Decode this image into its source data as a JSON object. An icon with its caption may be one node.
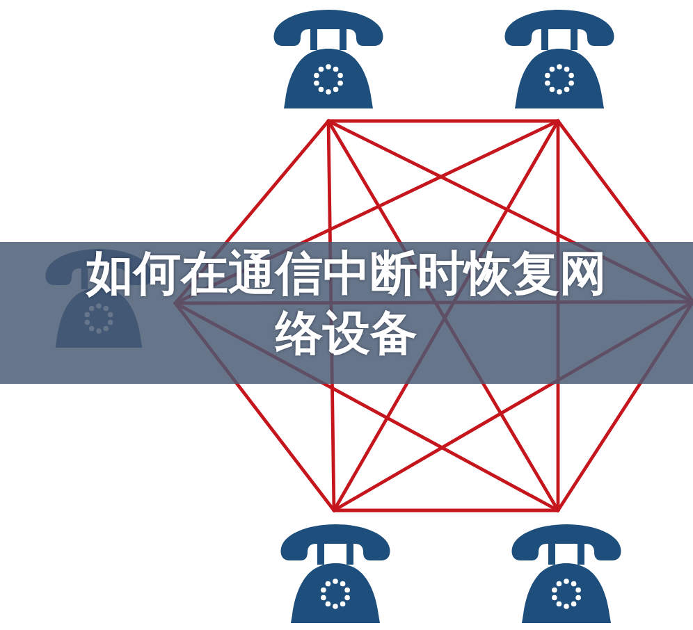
{
  "diagram": {
    "title": "如何在通信中断时恢复网络设备",
    "nodes": [
      {
        "text": [],
        "shape": "phone"
      },
      {
        "text": [],
        "shape": "phone"
      },
      {
        "text": [],
        "shape": "phone"
      },
      {
        "text": [],
        "shape": "phone"
      },
      {
        "text": [],
        "shape": "phone"
      }
    ],
    "edges": [
      {
        "from": 0,
        "to": 1,
        "arrow": "none"
      },
      {
        "from": 0,
        "to": 2,
        "arrow": "none"
      },
      {
        "from": 0,
        "to": 3,
        "arrow": "none"
      },
      {
        "from": 0,
        "to": 4,
        "arrow": "none"
      },
      {
        "from": 0,
        "to": null,
        "arrow": "none"
      },
      {
        "from": 1,
        "to": 2,
        "arrow": "none"
      },
      {
        "from": 1,
        "to": 3,
        "arrow": "none"
      },
      {
        "from": 1,
        "to": 4,
        "arrow": "none"
      },
      {
        "from": 1,
        "to": null,
        "arrow": "none"
      },
      {
        "from": 2,
        "to": 3,
        "arrow": "none"
      },
      {
        "from": 2,
        "to": 4,
        "arrow": "none"
      },
      {
        "from": 2,
        "to": null,
        "arrow": "none"
      },
      {
        "from": 3,
        "to": 4,
        "arrow": "none"
      },
      {
        "from": 3,
        "to": null,
        "arrow": "none"
      },
      {
        "from": 4,
        "to": null,
        "arrow": "none"
      }
    ]
  }
}
